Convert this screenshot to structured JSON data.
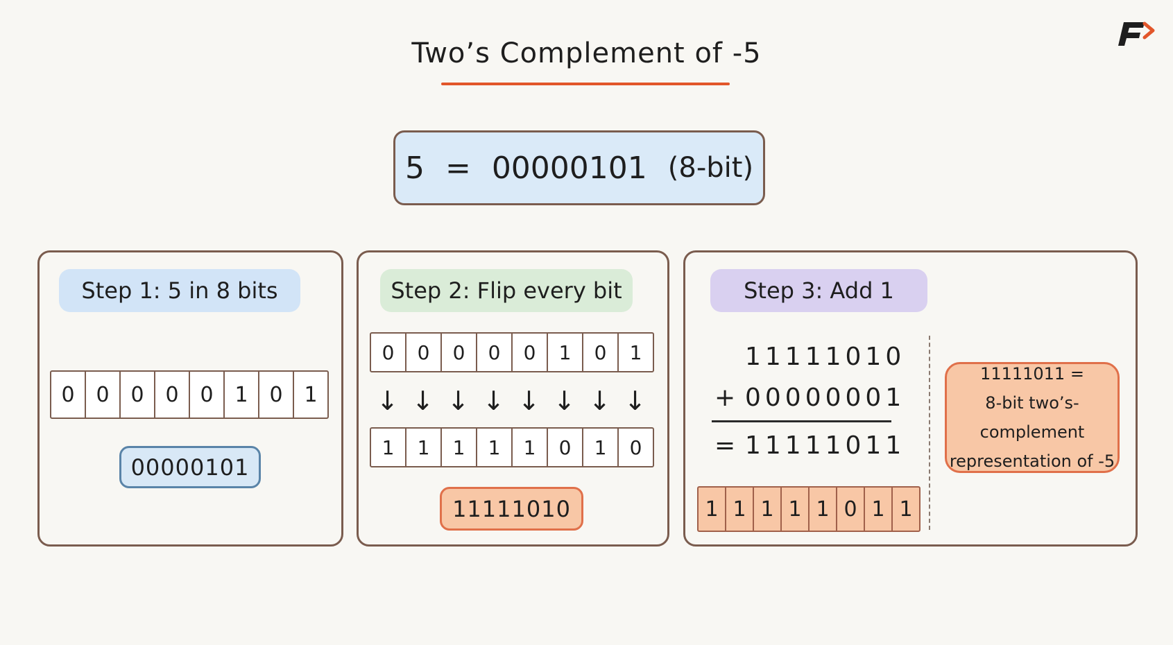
{
  "title": "Two’s Complement of -5",
  "logo": {
    "icon": "brand-logo-icon",
    "colors": [
      "#1e1e1e",
      "#e2562a"
    ]
  },
  "equation": {
    "lhs": "5",
    "equals": "=",
    "binary": "00000101",
    "note": "(8-bit)"
  },
  "steps": [
    {
      "label": "Step 1: 5 in 8 bits",
      "bits": [
        "0",
        "0",
        "0",
        "0",
        "0",
        "1",
        "0",
        "1"
      ],
      "result": "00000101"
    },
    {
      "label": "Step 2: Flip every bit",
      "bits_before": [
        "0",
        "0",
        "0",
        "0",
        "0",
        "1",
        "0",
        "1"
      ],
      "arrow_icon": "down-arrow-icon",
      "bits_after": [
        "1",
        "1",
        "1",
        "1",
        "1",
        "0",
        "1",
        "0"
      ],
      "result": "11111010"
    },
    {
      "label": "Step 3: Add 1",
      "addend1": "11111010",
      "plus": "+",
      "addend2": "00000001",
      "equals": "=",
      "sum": "11111011",
      "bits": [
        "1",
        "1",
        "1",
        "1",
        "1",
        "0",
        "1",
        "1"
      ],
      "final_note": {
        "line1": "11111011 =",
        "line2": "8-bit two’s-complement",
        "line3": "representation of -5"
      }
    }
  ],
  "colors": {
    "accent": "#e2562a",
    "step1_bg": "#d2e4f7",
    "step2_bg": "#daecd8",
    "step3_bg": "#d9d0f0",
    "orange_fill": "#f8c7a6",
    "border": "#7a5c4e"
  }
}
